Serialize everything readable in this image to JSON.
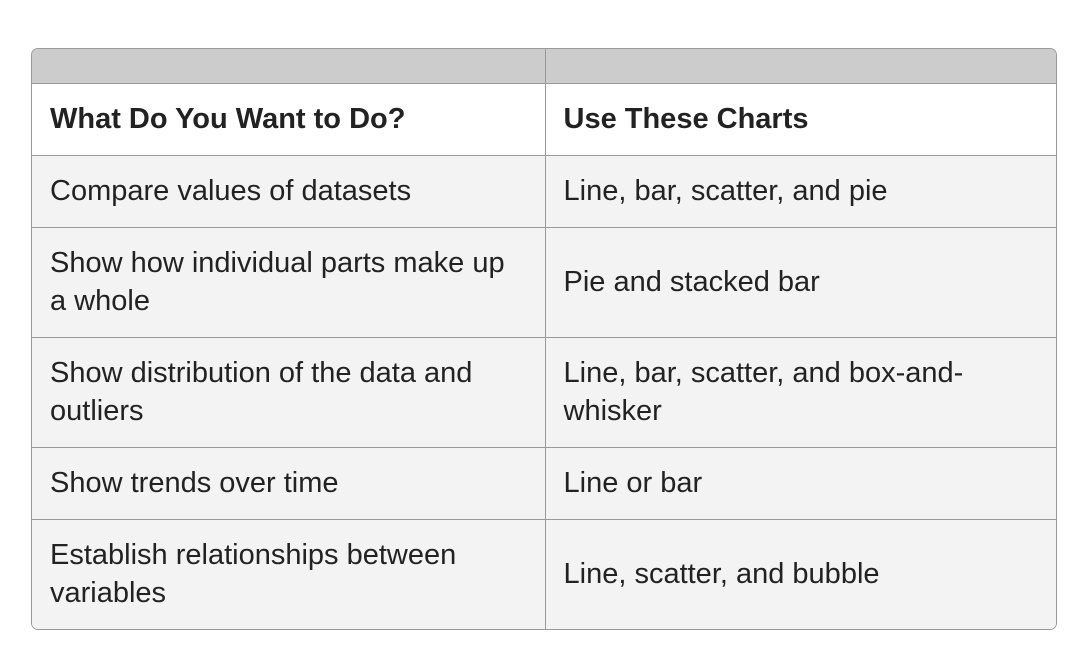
{
  "table": {
    "headers": [
      "What Do You Want to Do?",
      "Use These Charts"
    ],
    "rows": [
      [
        "Compare values of datasets",
        "Line, bar, scatter, and pie"
      ],
      [
        "Show how individual parts make up a whole",
        "Pie and stacked bar"
      ],
      [
        "Show distribution of the data and outliers",
        "Line, bar, scatter, and box-and-whisker"
      ],
      [
        "Show trends over time",
        "Line or bar"
      ],
      [
        "Establish relationships between variables",
        "Line, scatter, and bubble"
      ]
    ]
  }
}
